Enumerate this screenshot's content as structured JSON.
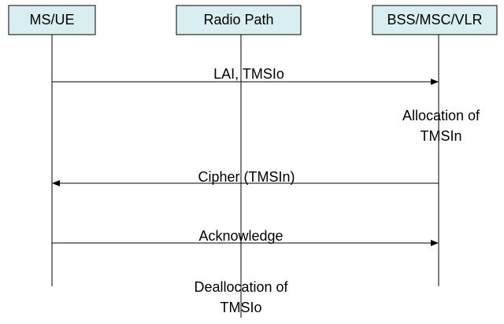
{
  "entities": {
    "ms_ue": "MS/UE",
    "radio_path": "Radio Path",
    "bss_msc_vlr": "BSS/MSC/VLR"
  },
  "messages": {
    "lai_tmsio": {
      "label": "LAI, TMSIo",
      "from": "MS/UE",
      "to": "BSS/MSC/VLR"
    },
    "cipher_tmsin": {
      "label": "Cipher (TMSIn)",
      "from": "BSS/MSC/VLR",
      "to": "MS/UE"
    },
    "acknowledge": {
      "label": "Acknowledge",
      "from": "MS/UE",
      "to": "BSS/MSC/VLR"
    }
  },
  "notes": {
    "allocation": {
      "line1": "Allocation of",
      "line2": "TMSIn"
    },
    "deallocation": {
      "line1": "Deallocation of",
      "line2": "TMSIo"
    }
  },
  "colors": {
    "entity_fill": "#d9eef0",
    "line": "#000000"
  }
}
